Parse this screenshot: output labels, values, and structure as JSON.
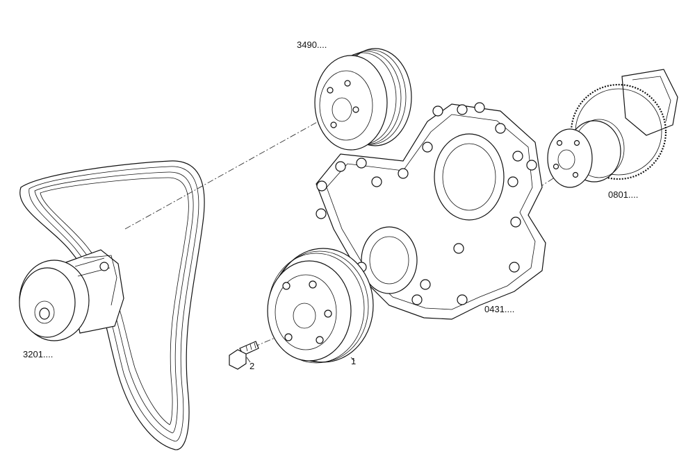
{
  "callouts": {
    "water_pump": "3201....",
    "fan_pulley": "3490....",
    "timing_cover": "0431....",
    "crankshaft": "0801....",
    "crank_pulley": "1",
    "bolt": "2"
  }
}
